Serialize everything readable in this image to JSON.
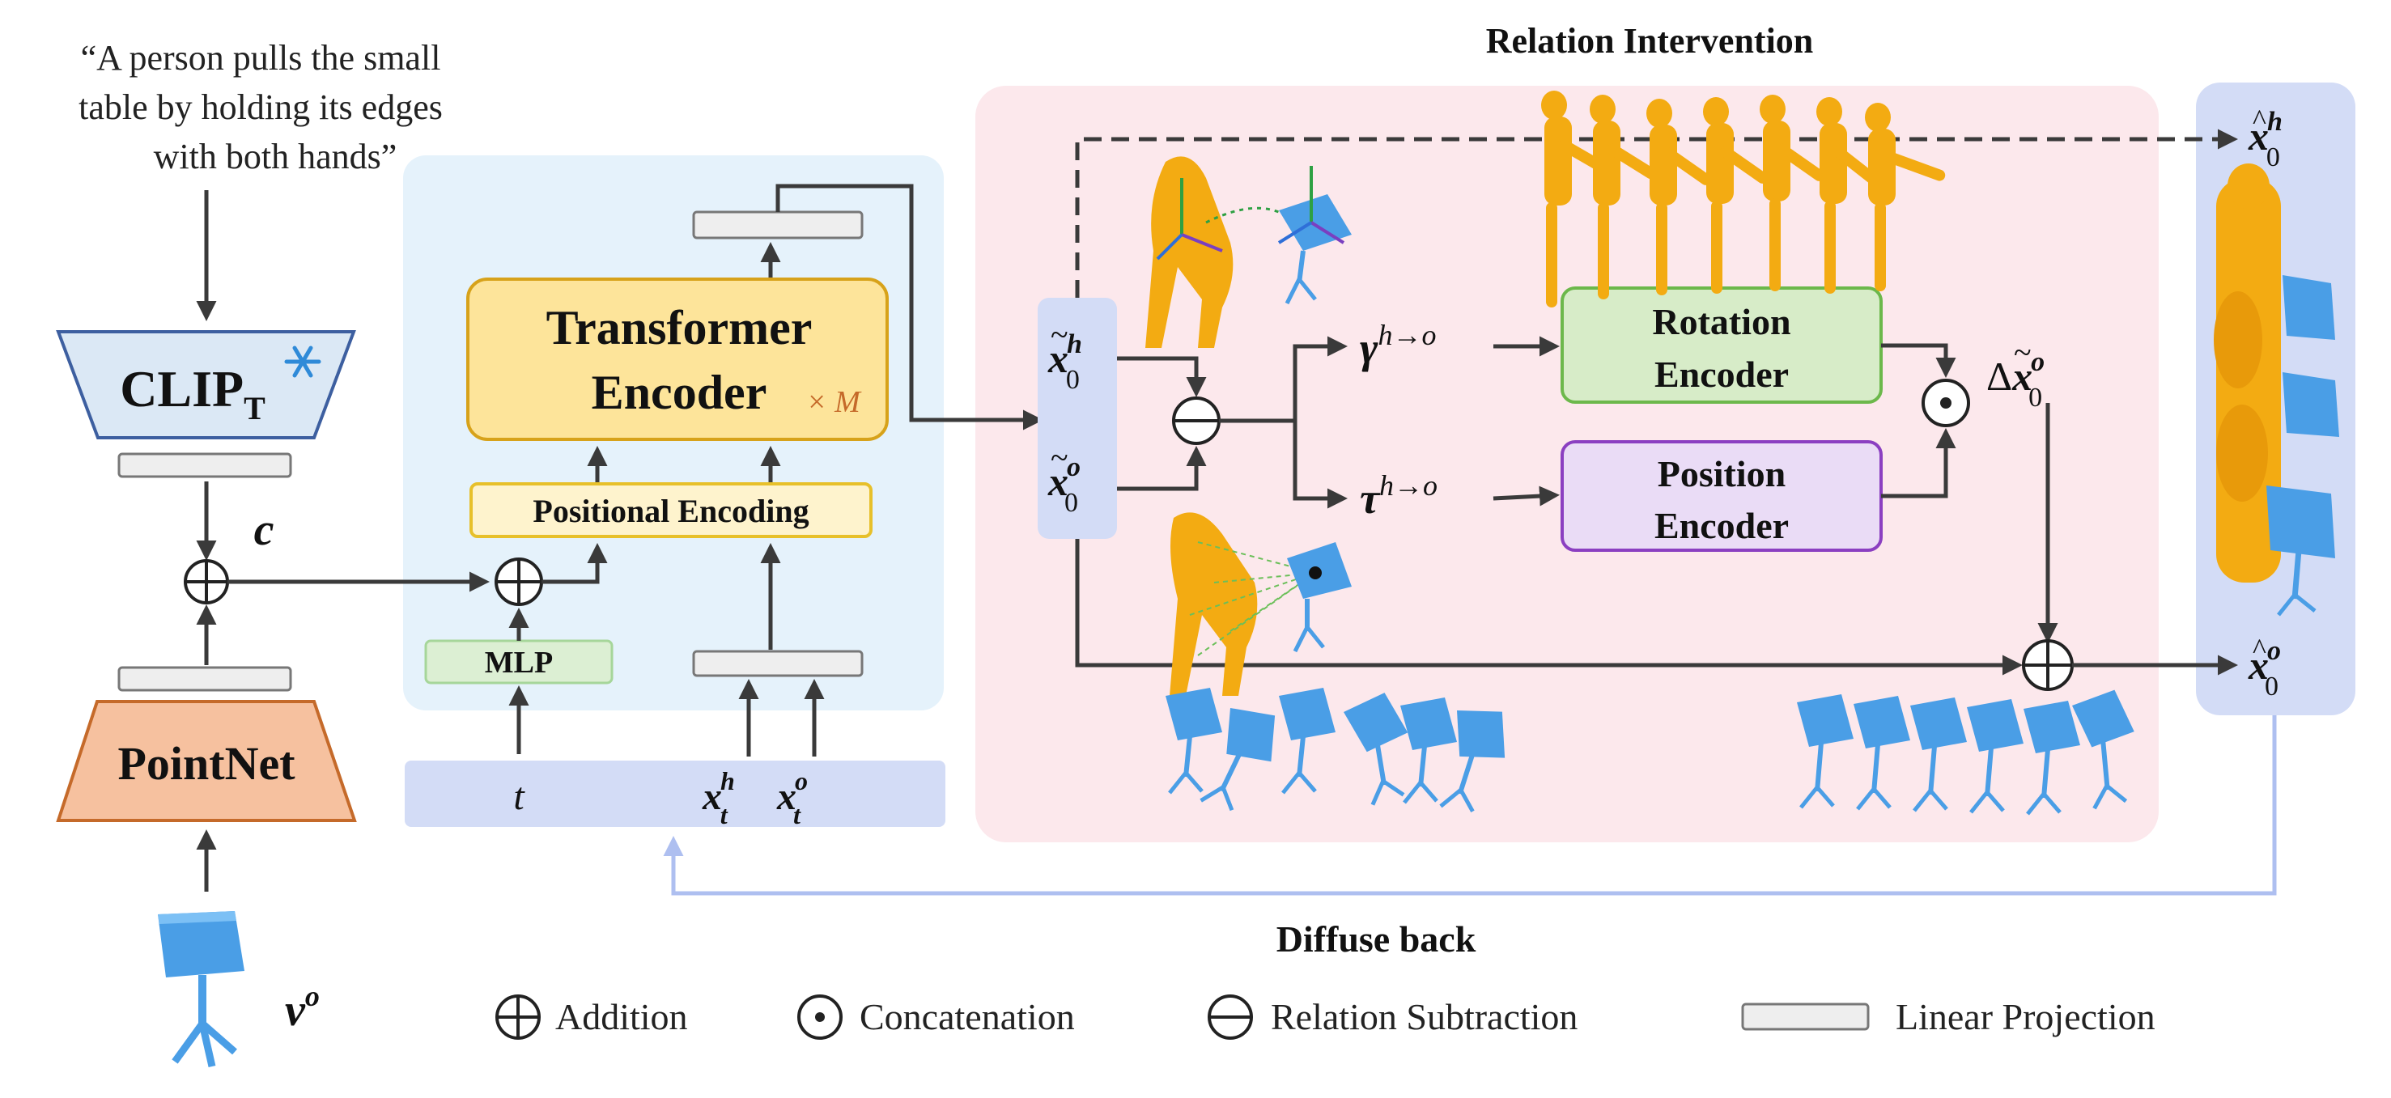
{
  "prompt": {
    "line1": "“A person pulls the small",
    "line2": "table by holding its edges",
    "line3": "with both hands”"
  },
  "clip": {
    "main": "CLIP",
    "sub": "T"
  },
  "pointnet": {
    "label": "PointNet"
  },
  "labels": {
    "c": "c",
    "v": "v",
    "v_sup": "o",
    "t": "t",
    "x": "x",
    "t_sub": "t",
    "h": "h",
    "o": "o",
    "zero": "0",
    "gamma": "γ",
    "tau": "τ",
    "h_to_o": "h→o",
    "delta": "Δ",
    "mlp": "MLP",
    "positional_encoding": "Positional Encoding",
    "times_m": "× M"
  },
  "transformer": {
    "line1": "Transformer",
    "line2": "Encoder"
  },
  "relation_title": "Relation Intervention",
  "rotation_encoder": {
    "line1": "Rotation",
    "line2": "Encoder"
  },
  "position_encoder": {
    "line1": "Position",
    "line2": "Encoder"
  },
  "diffuse_back": "Diffuse back",
  "legend": {
    "addition": "Addition",
    "concatenation": "Concatenation",
    "relation_subtraction": "Relation Subtraction",
    "linear_projection": "Linear Projection"
  },
  "colors": {
    "transformer_fill": "#fde49a",
    "transformer_stroke": "#d7a21a",
    "blue_panel": "#e5f2fb",
    "pink_panel": "#fce8ec",
    "clip_fill": "#dbe8f5",
    "pointnet_fill": "#f6c19f",
    "rotation_fill": "#d7ecc8",
    "position_fill": "#eadcf6",
    "input_bar": "#d3dcf6",
    "human": "#f3ab12",
    "object": "#4a9ee6"
  }
}
